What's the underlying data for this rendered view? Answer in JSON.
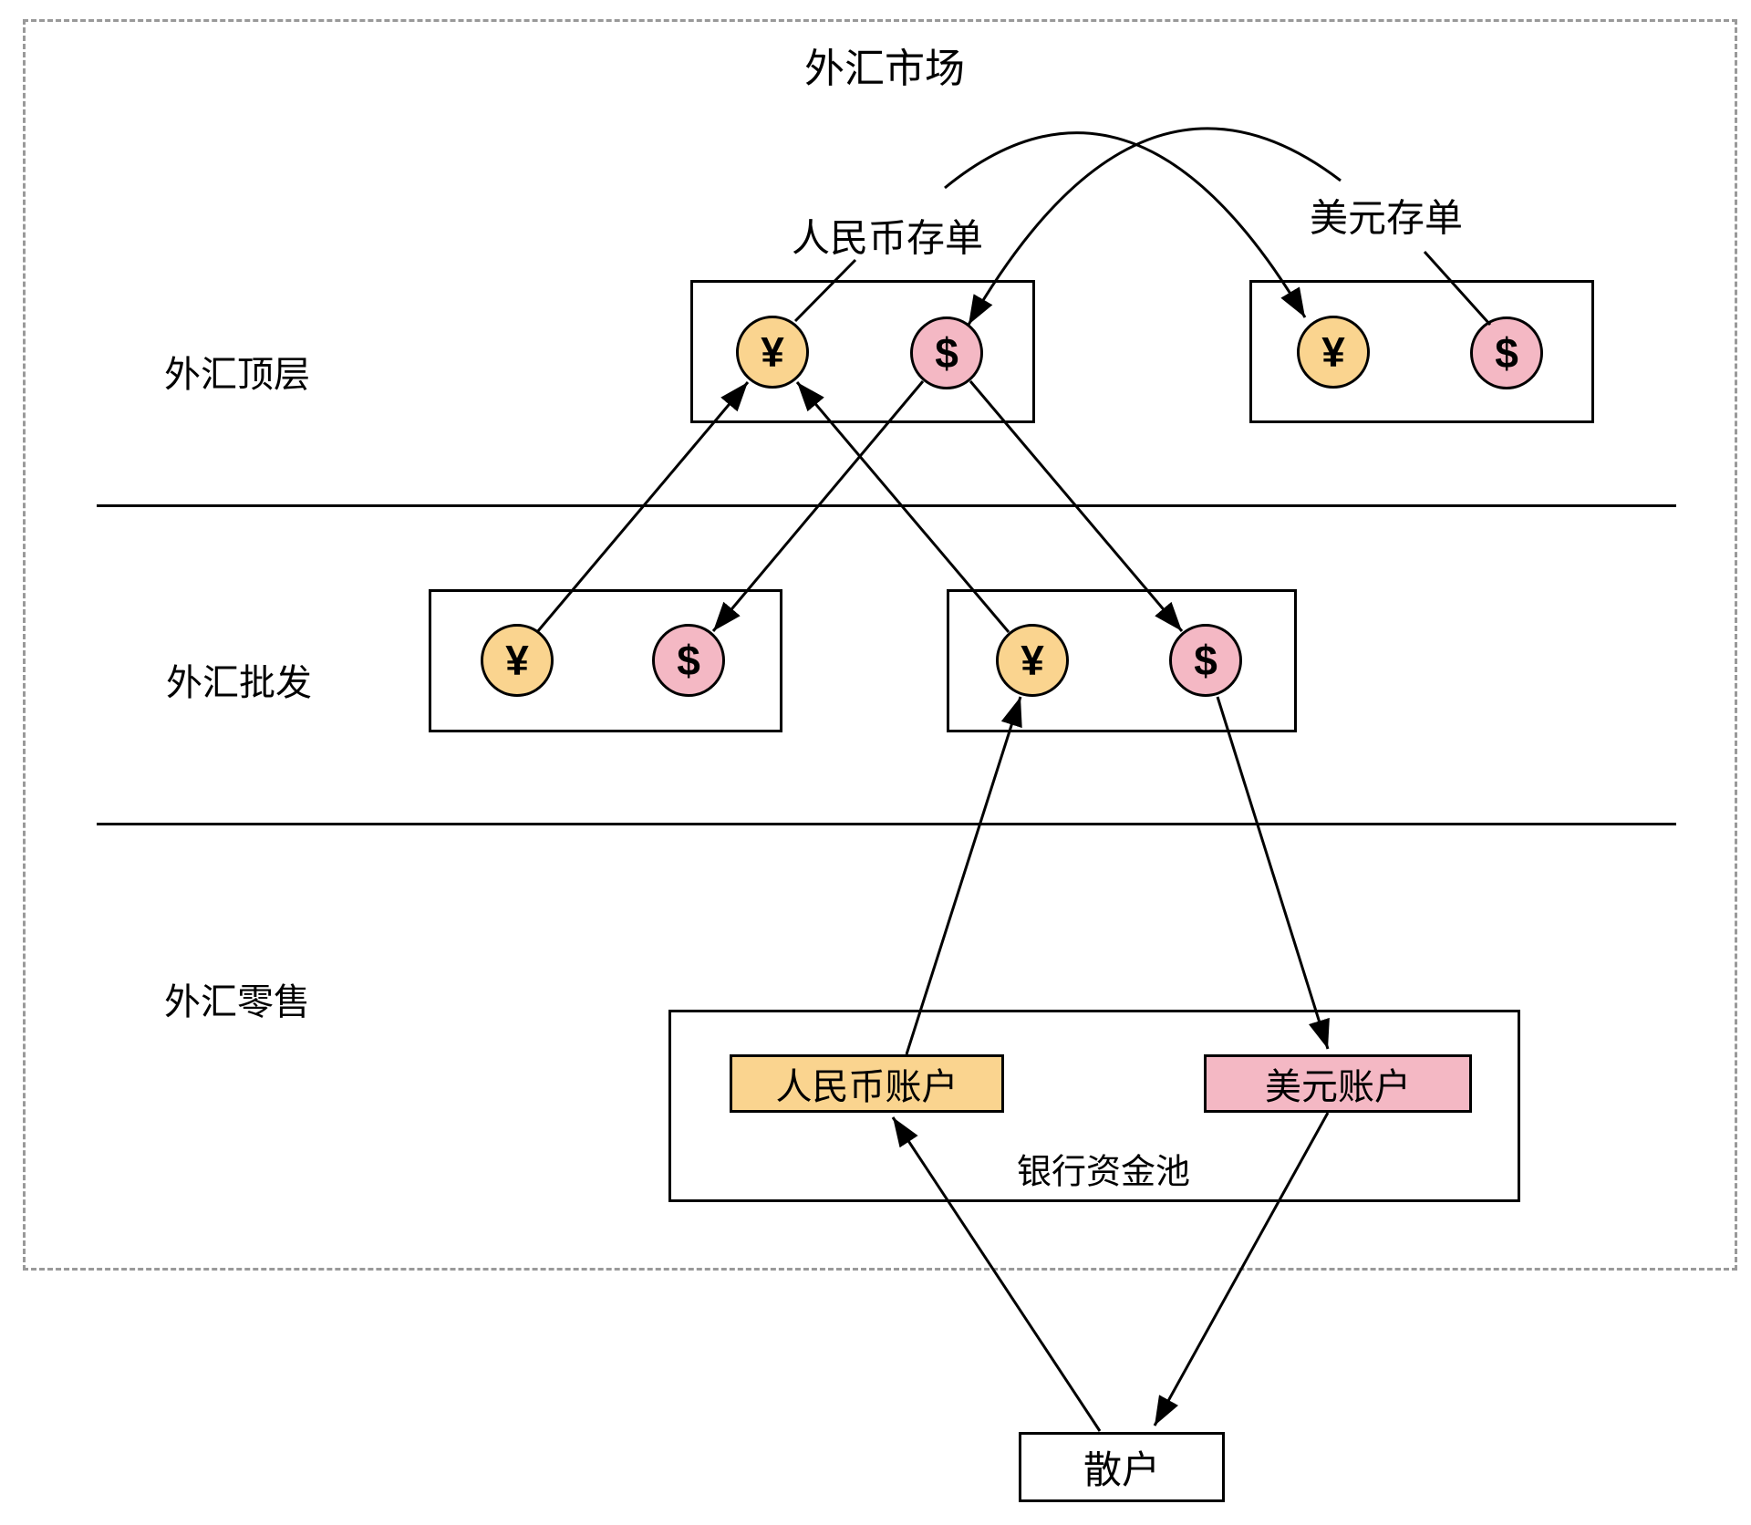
{
  "diagram": {
    "title": "外汇市场",
    "layers": [
      {
        "label": "外汇顶层"
      },
      {
        "label": "外汇批发"
      },
      {
        "label": "外汇零售"
      }
    ],
    "annotations": {
      "rmb_cd": "人民币存单",
      "usd_cd": "美元存单"
    },
    "symbols": {
      "yuan": "¥",
      "dollar": "$"
    },
    "bank_pool": {
      "label": "银行资金池",
      "rmb_account": "人民币账户",
      "usd_account": "美元账户"
    },
    "retail": {
      "label": "散户"
    },
    "colors": {
      "yuan_fill": "#FAD48F",
      "dollar_fill": "#F4B8C4",
      "line": "#000000",
      "boundary_dash": "#999999"
    }
  }
}
